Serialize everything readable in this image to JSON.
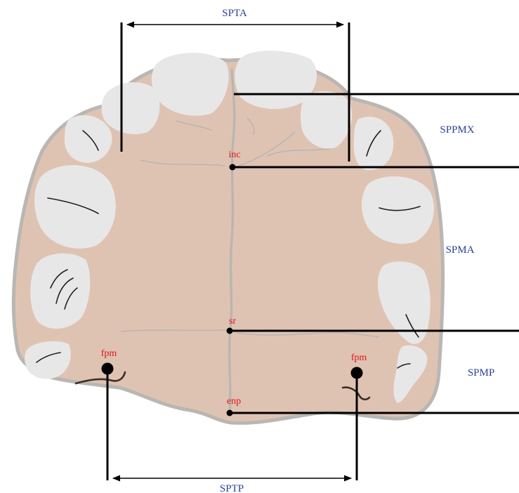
{
  "measurements": {
    "spta": "SPTA",
    "sptp": "SPTP",
    "sppmx": "SPPMX",
    "spma": "SPMA",
    "spmp": "SPMP"
  },
  "landmarks": {
    "inc": "inc",
    "sr": "sr",
    "enp": "enp",
    "fpm_left": "fpm",
    "fpm_right": "fpm"
  },
  "colors": {
    "palate": "#dfc3b2",
    "outline": "#b9b6b3",
    "teeth": "#e8e7e8",
    "label_blue": "#2b3f9a",
    "label_red": "#e0151b",
    "line": "#000000"
  }
}
